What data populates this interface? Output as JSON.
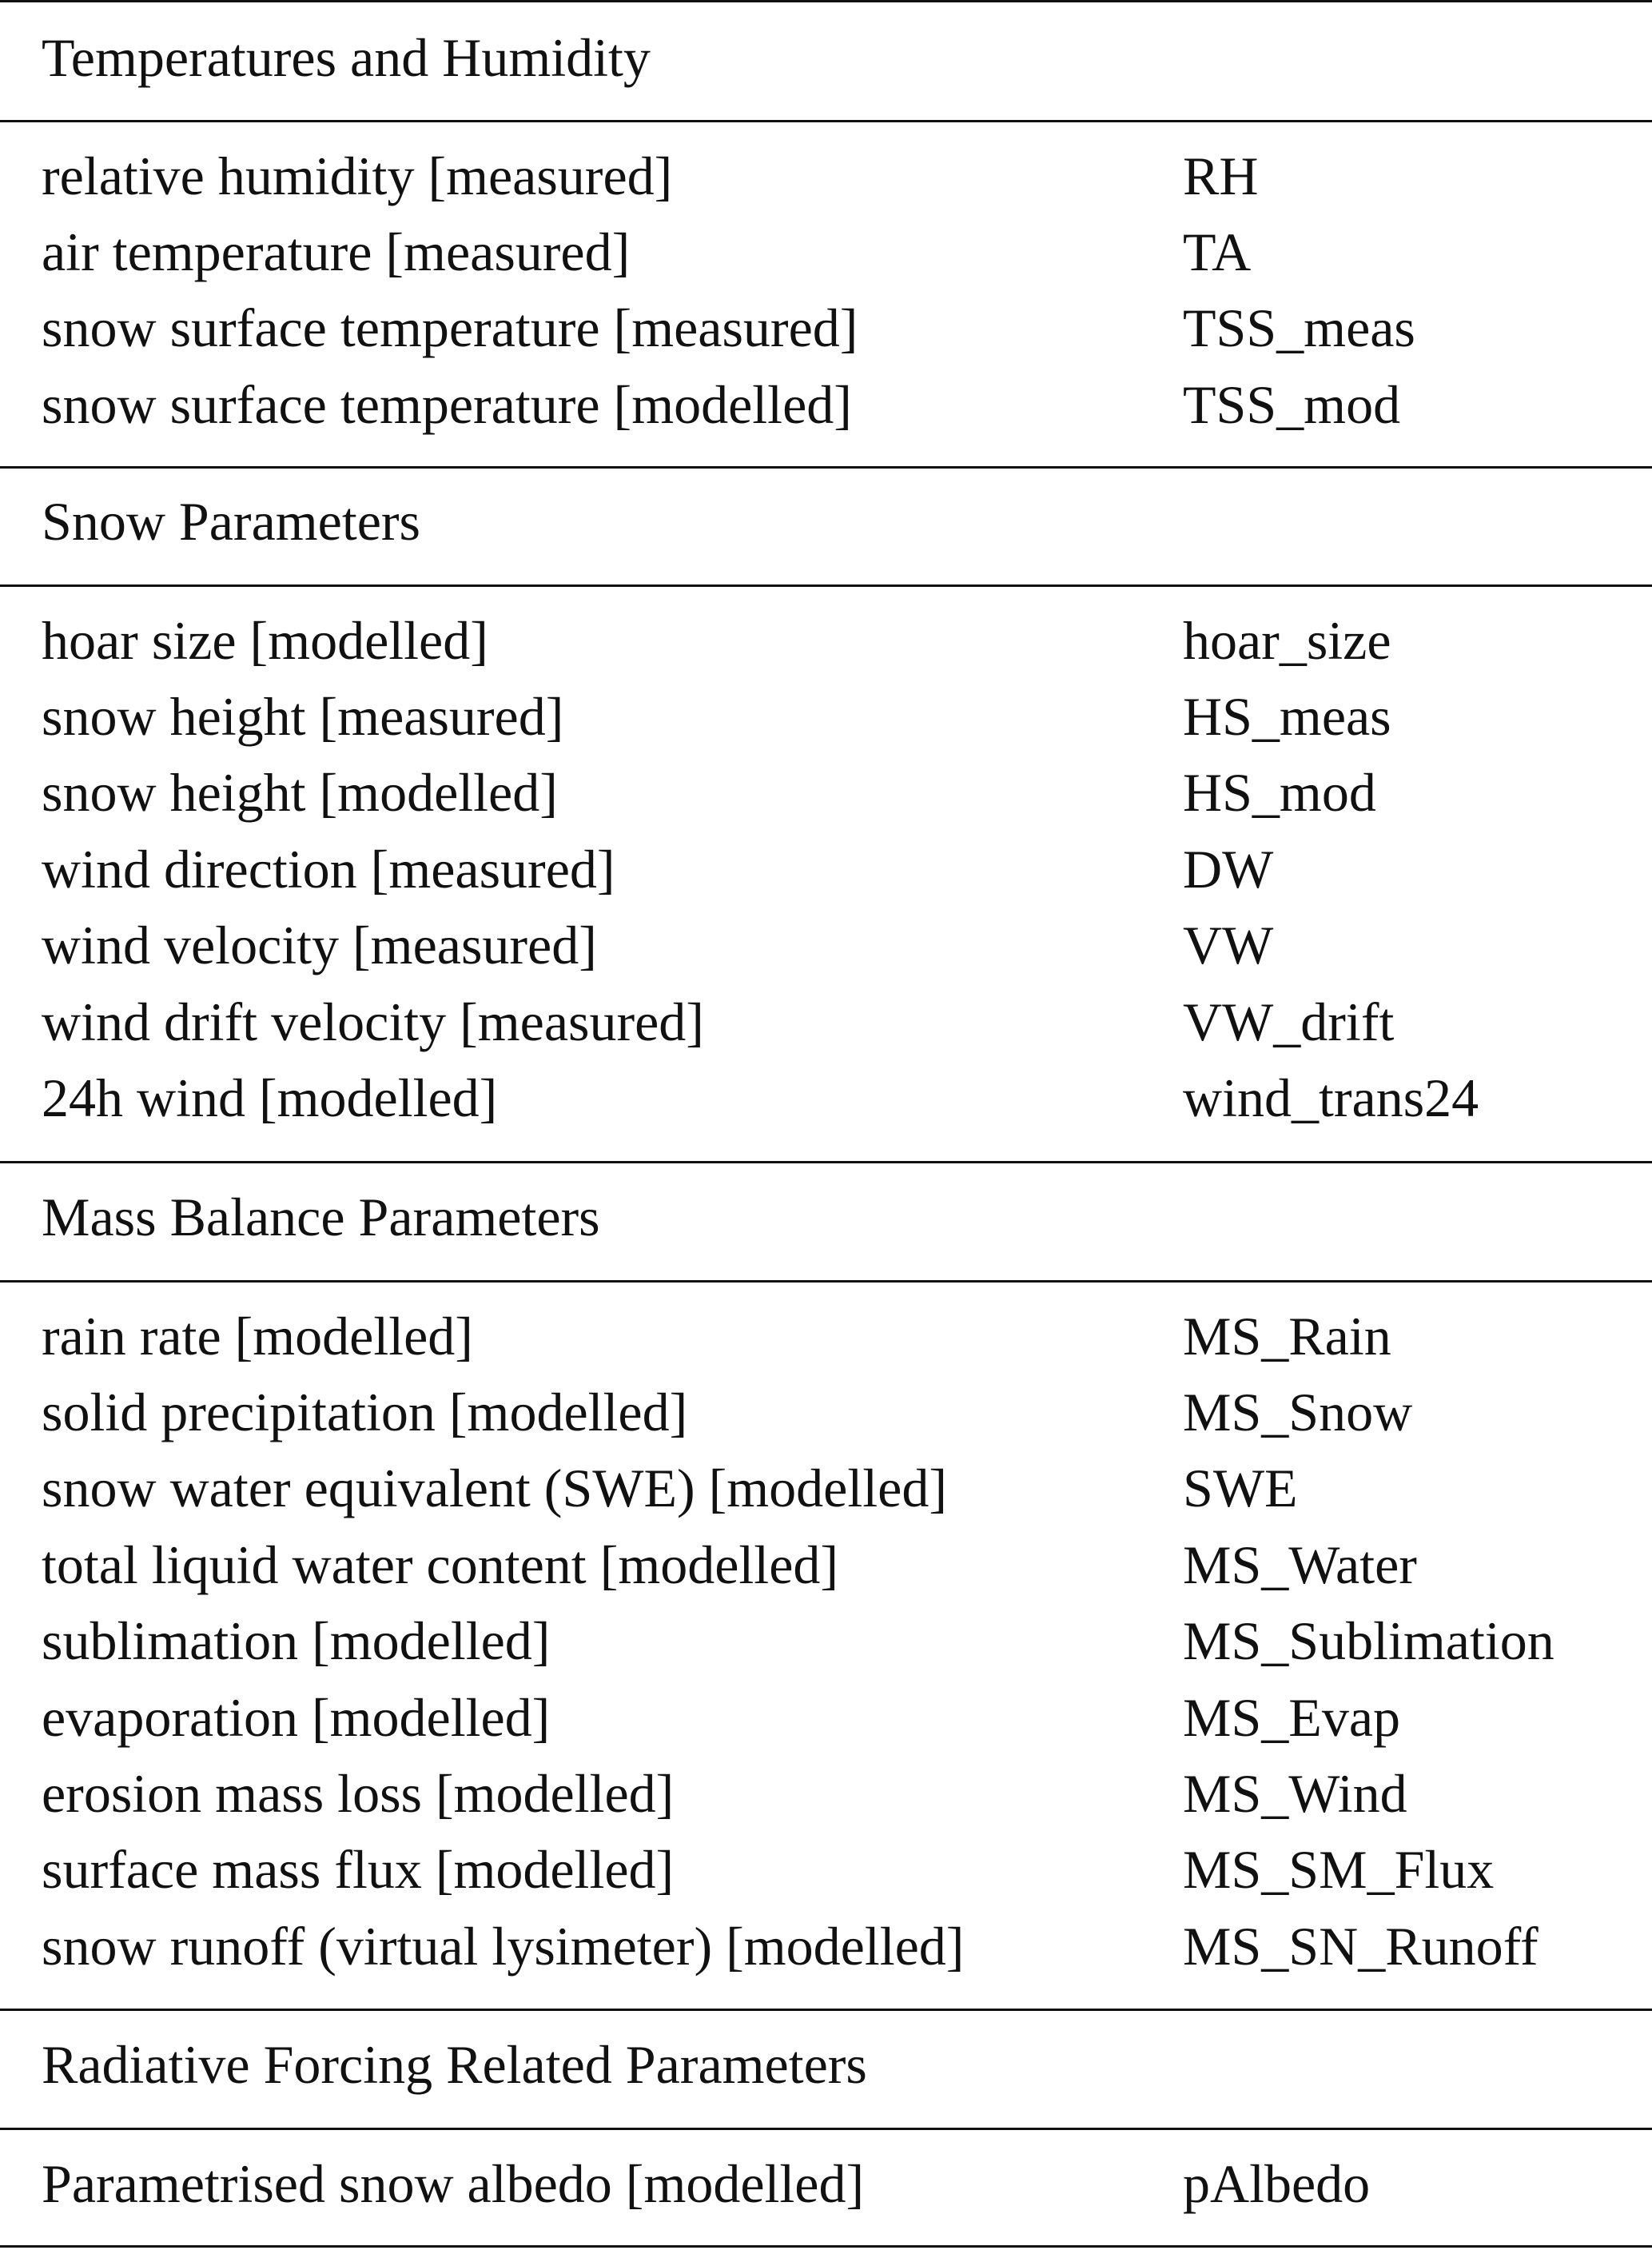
{
  "sections": [
    {
      "heading": "Temperatures and Humidity",
      "rows": [
        {
          "label": "relative humidity [measured]",
          "abbr": "RH"
        },
        {
          "label": "air temperature [measured]",
          "abbr": "TA"
        },
        {
          "label": "snow surface temperature [measured]",
          "abbr": "TSS_meas"
        },
        {
          "label": "snow surface temperature [modelled]",
          "abbr": "TSS_mod"
        }
      ]
    },
    {
      "heading": "Snow Parameters",
      "rows": [
        {
          "label": "hoar size [modelled]",
          "abbr": "hoar_size"
        },
        {
          "label": "snow height [measured]",
          "abbr": "HS_meas"
        },
        {
          "label": "snow height [modelled]",
          "abbr": "HS_mod"
        },
        {
          "label": "wind direction [measured]",
          "abbr": "DW"
        },
        {
          "label": "wind velocity [measured]",
          "abbr": "VW"
        },
        {
          "label": "wind drift velocity [measured]",
          "abbr": "VW_drift"
        },
        {
          "label": "24h wind [modelled]",
          "abbr": "wind_trans24"
        }
      ]
    },
    {
      "heading": "Mass Balance Parameters",
      "rows": [
        {
          "label": "rain rate [modelled]",
          "abbr": "MS_Rain"
        },
        {
          "label": "solid precipitation [modelled]",
          "abbr": "MS_Snow"
        },
        {
          "label": "snow water equivalent (SWE) [modelled]",
          "abbr": "SWE"
        },
        {
          "label": "total liquid water content [modelled]",
          "abbr": "MS_Water"
        },
        {
          "label": "sublimation [modelled]",
          "abbr": "MS_Sublimation"
        },
        {
          "label": "evaporation [modelled]",
          "abbr": "MS_Evap"
        },
        {
          "label": "erosion mass loss [modelled]",
          "abbr": "MS_Wind"
        },
        {
          "label": "surface mass flux [modelled]",
          "abbr": "MS_SM_Flux"
        },
        {
          "label": "snow runoff (virtual lysimeter) [modelled]",
          "abbr": "MS_SN_Runoff"
        }
      ]
    },
    {
      "heading": "Radiative Forcing Related Parameters",
      "rows": [
        {
          "label": "Parametrised snow albedo [modelled]",
          "abbr": "pAlbedo"
        }
      ]
    }
  ]
}
